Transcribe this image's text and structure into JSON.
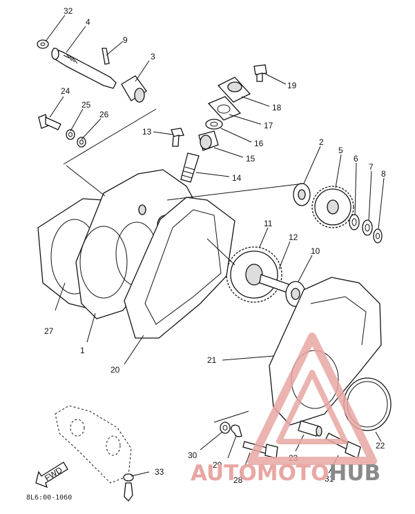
{
  "diagram": {
    "part_labels": [
      "32",
      "4",
      "9",
      "3",
      "24",
      "25",
      "26",
      "13",
      "19",
      "18",
      "17",
      "16",
      "15",
      "14",
      "2",
      "5",
      "6",
      "7",
      "8",
      "11",
      "12",
      "10",
      "27",
      "1",
      "20",
      "21",
      "22",
      "30",
      "29",
      "28",
      "23",
      "31",
      "33"
    ],
    "fwd_label": "FWD",
    "drawing_code": "8L6:00-1060"
  },
  "watermark": {
    "part1": "AUTO",
    "part2": "MOTO",
    "part3": "HUB",
    "colors": {
      "accent": "#e8a7a3",
      "dark": "#8a8a8a"
    }
  }
}
